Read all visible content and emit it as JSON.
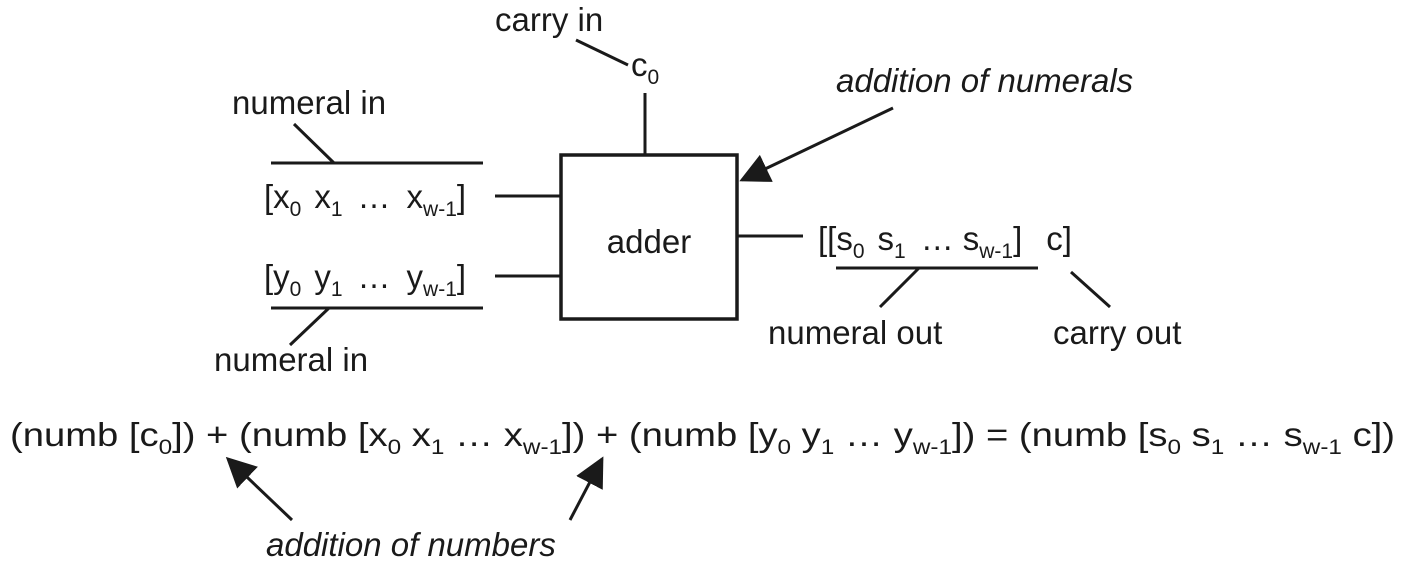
{
  "carry_in": {
    "label": "carry in",
    "var": "c",
    "var_sub": "0"
  },
  "adder": {
    "label": "adder"
  },
  "annotation_numerals": "addition of numerals",
  "annotation_numbers": "addition of numbers",
  "input_x": {
    "caption": "numeral in",
    "open": "[",
    "v0": "x",
    "s0": "0",
    "v1": "x",
    "s1": "1",
    "dots": "…",
    "vn": "x",
    "sn": "w-1",
    "close": "]"
  },
  "input_y": {
    "caption": "numeral in",
    "open": "[",
    "v0": "y",
    "s0": "0",
    "v1": "y",
    "s1": "1",
    "dots": "…",
    "vn": "y",
    "sn": "w-1",
    "close": "]"
  },
  "output": {
    "open": "[[",
    "v0": "s",
    "s0": "0",
    "v1": "s",
    "s1": "1",
    "dots": "…",
    "vn": "s",
    "sn": "w-1",
    "close_inner": "]",
    "carry": "c",
    "close_outer": "]",
    "numeral_caption": "numeral out",
    "carry_caption": "carry out"
  },
  "equation": {
    "t1a": "(numb [c",
    "t1s": "0",
    "t1b": "]) + ",
    "t2a": "(numb [x",
    "t2s0": "0",
    "t2b": "  x",
    "t2s1": "1",
    "t2c": "  …  x",
    "t2sn": "w-1",
    "t2d": "]) + ",
    "t3a": "(numb [y",
    "t3s0": "0",
    "t3b": "  y",
    "t3s1": "1",
    "t3c": "  …  y",
    "t3sn": "w-1",
    "t3d": "]) = ",
    "t4a": "(numb [s",
    "t4s0": "0",
    "t4b": "  s",
    "t4s1": "1",
    "t4c": "  … s",
    "t4sn": "w-1",
    "t4d": " c])"
  }
}
